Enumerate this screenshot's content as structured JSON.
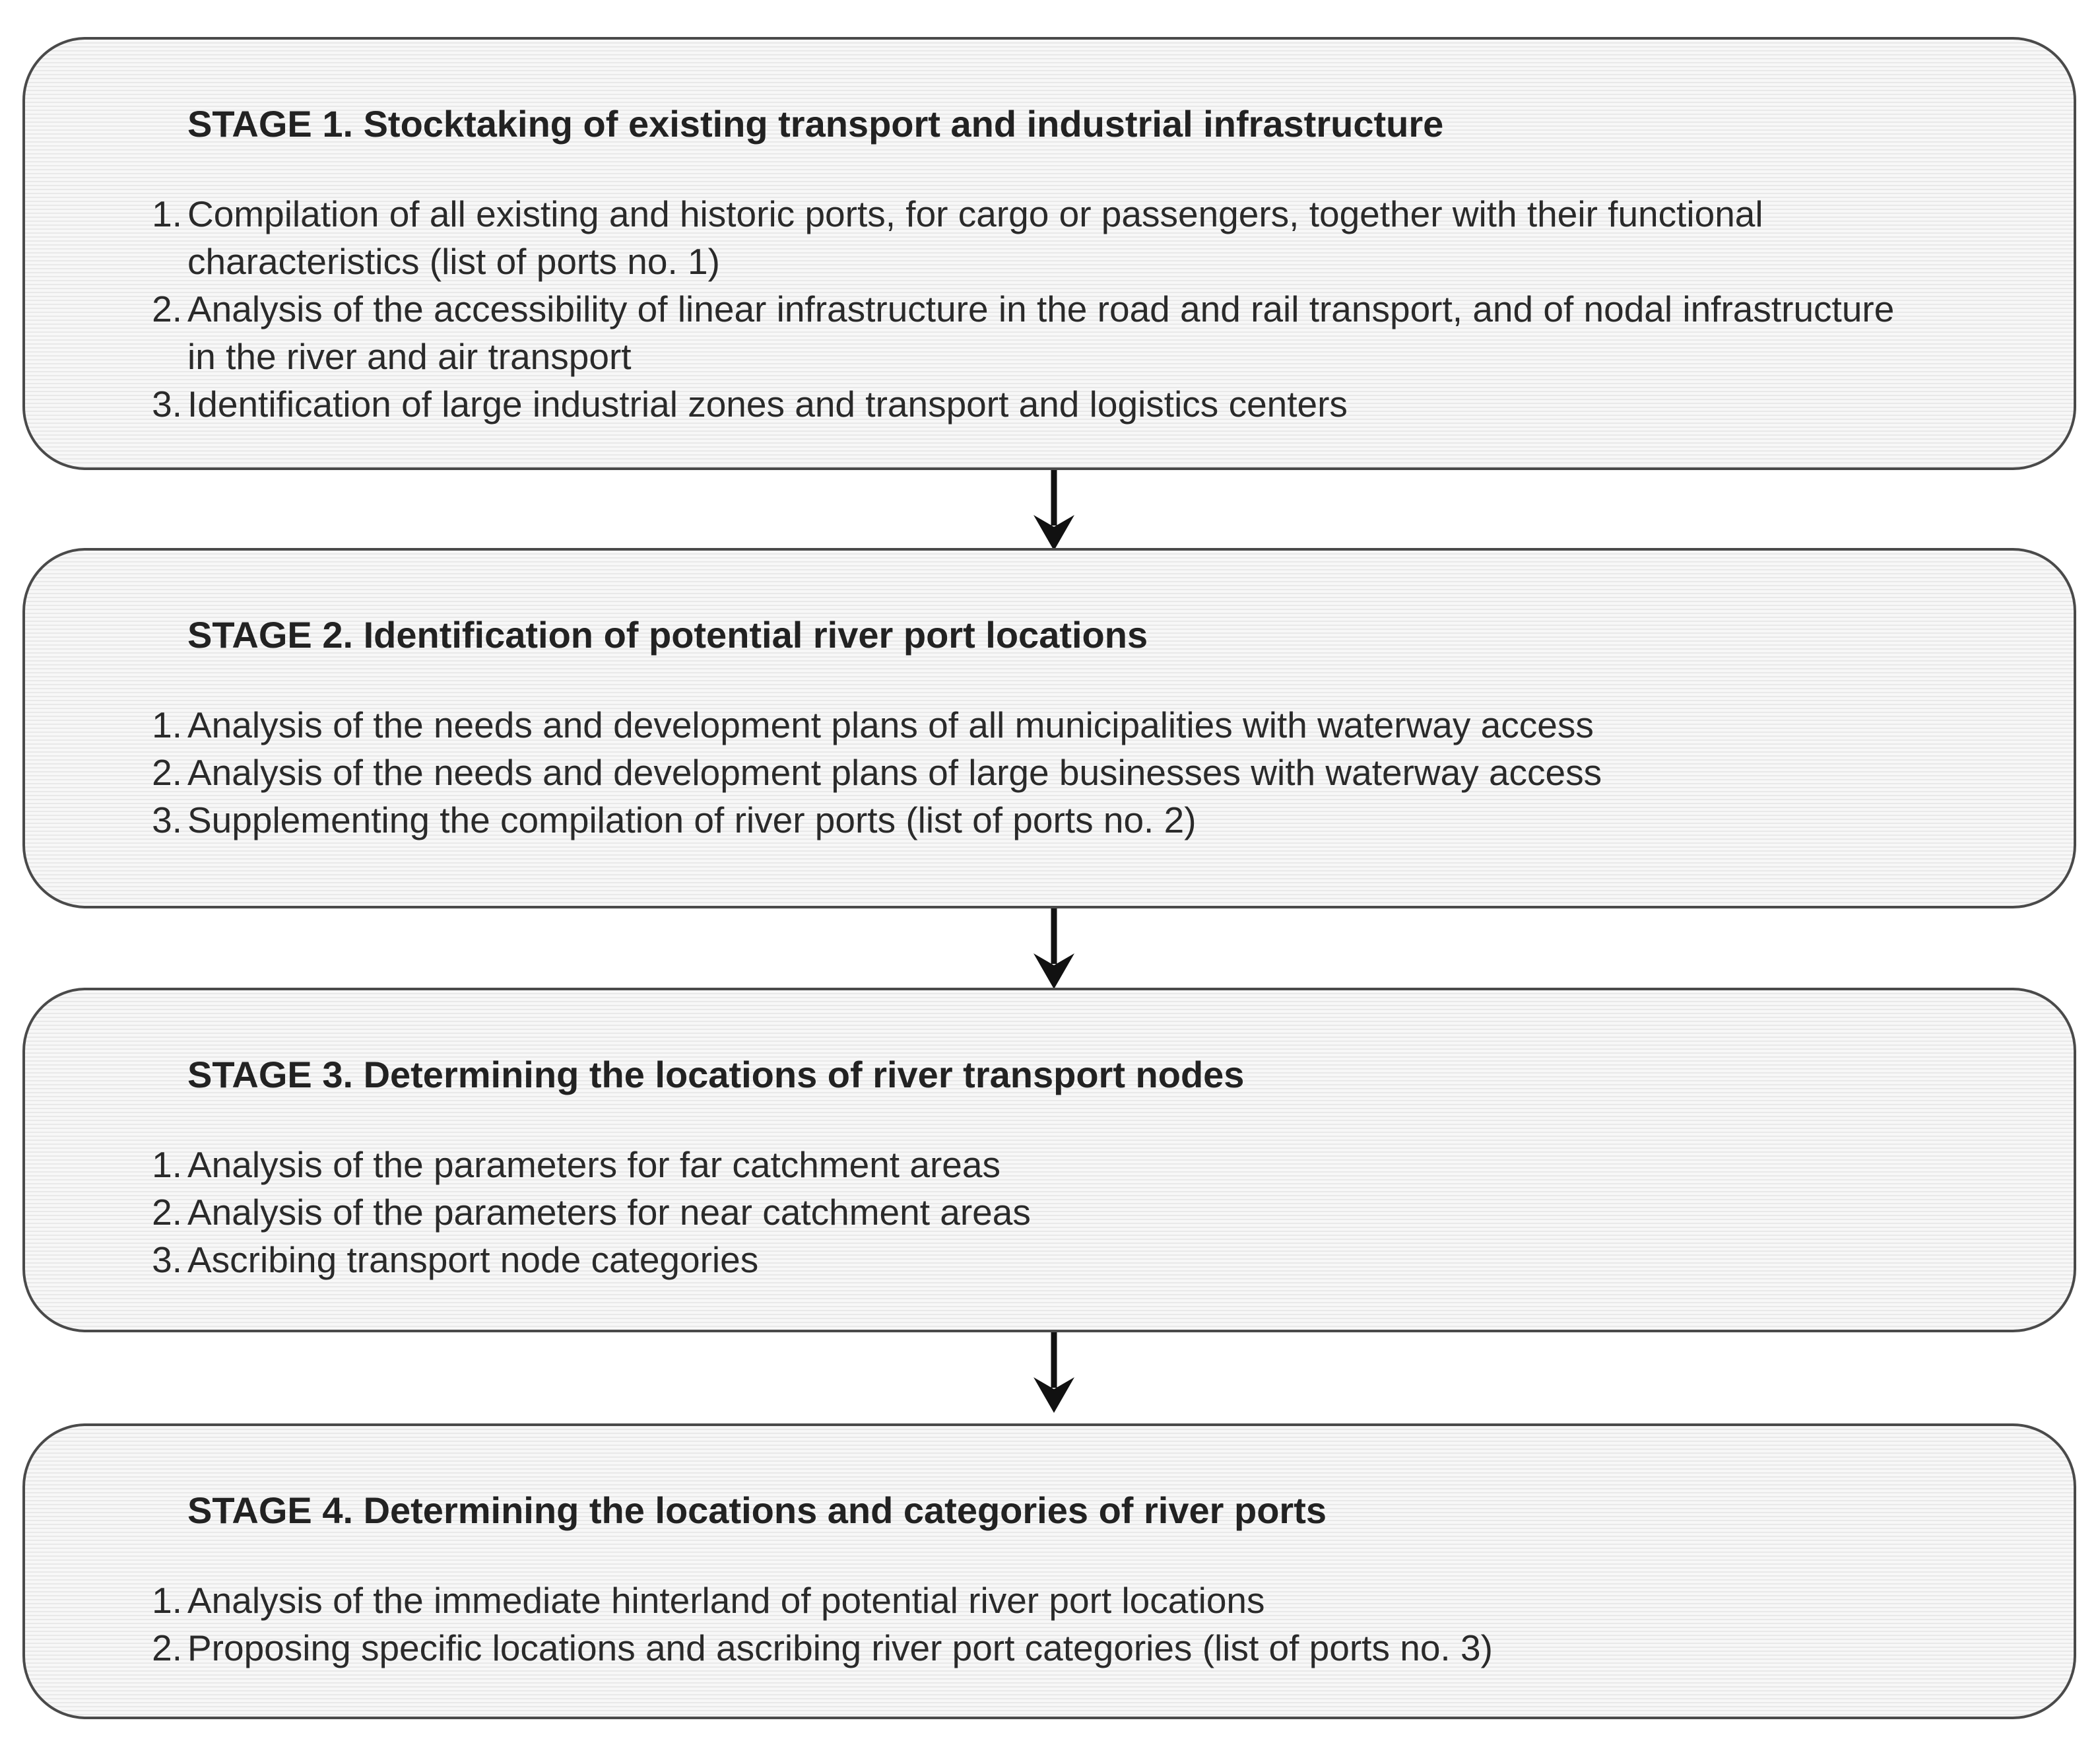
{
  "stages": [
    {
      "title": "STAGE 1. Stocktaking of existing transport and industrial infrastructure",
      "items": [
        {
          "number": "1.",
          "lines": [
            "Compilation of all existing and historic ports, for cargo or passengers, together with their functional",
            "characteristics (list of ports no. 1)"
          ]
        },
        {
          "number": "2.",
          "lines": [
            "Analysis of the accessibility of linear infrastructure in the road and rail transport, and of nodal infrastructure",
            "in the river and air transport"
          ]
        },
        {
          "number": "3.",
          "lines": [
            "Identification of large industrial zones and transport and logistics centers"
          ]
        }
      ]
    },
    {
      "title": "STAGE 2. Identification of potential river port locations",
      "items": [
        {
          "number": "1.",
          "lines": [
            "Analysis of the needs and development plans of all municipalities with waterway access"
          ]
        },
        {
          "number": "2.",
          "lines": [
            "Analysis of the needs and development plans of large businesses with waterway access"
          ]
        },
        {
          "number": "3.",
          "lines": [
            "Supplementing the compilation of river ports (list of ports no. 2)"
          ]
        }
      ]
    },
    {
      "title": "STAGE 3. Determining the locations of river transport nodes",
      "items": [
        {
          "number": "1.",
          "lines": [
            "Analysis of the parameters for far catchment areas"
          ]
        },
        {
          "number": "2.",
          "lines": [
            "Analysis of the parameters for near catchment areas"
          ]
        },
        {
          "number": "3.",
          "lines": [
            "Ascribing transport node categories"
          ]
        }
      ]
    },
    {
      "title": "STAGE 4. Determining the locations and categories of river ports",
      "items": [
        {
          "number": "1.",
          "lines": [
            "Analysis of the immediate hinterland of potential river port locations"
          ]
        },
        {
          "number": "2.",
          "lines": [
            "Proposing specific locations and ascribing river port categories (list of ports no. 3)"
          ]
        }
      ]
    }
  ],
  "colors": {
    "box_border": "#4a4a4a",
    "box_fill": "#f4f4f4",
    "text": "#1e1e1e",
    "arrow": "#111111"
  }
}
